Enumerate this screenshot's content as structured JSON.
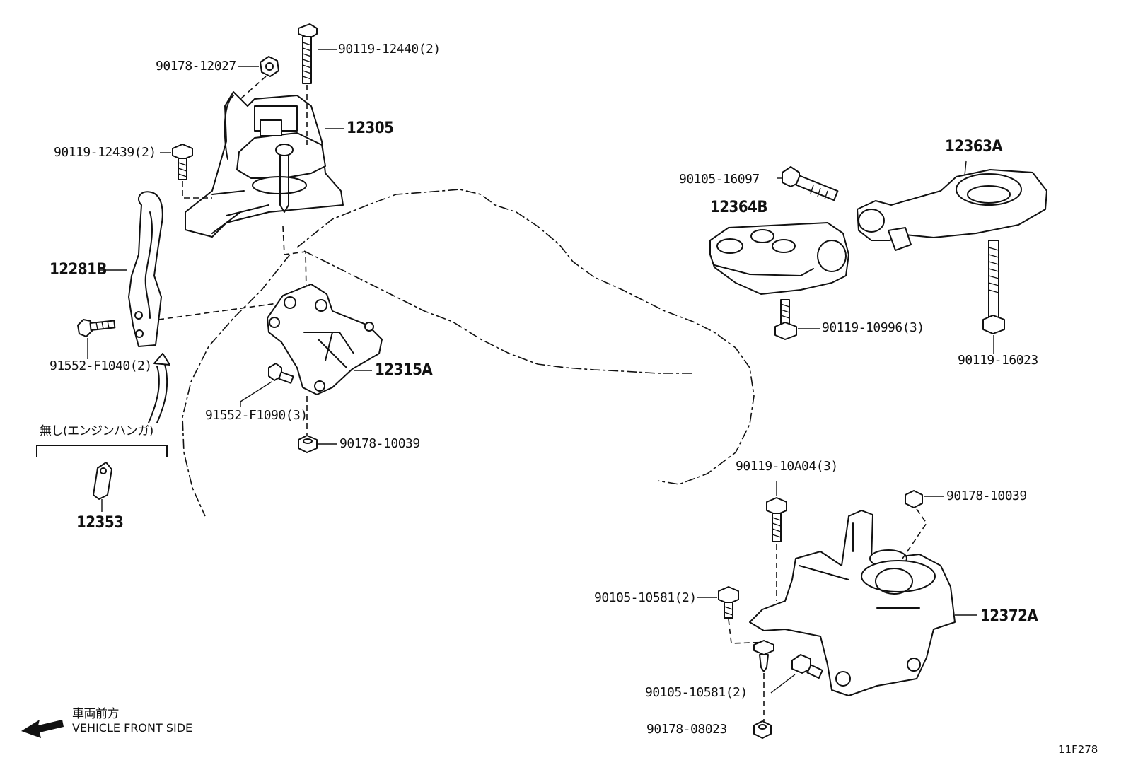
{
  "labels": {
    "p_12305": "12305",
    "p_90119_12440": "90119-12440(2)",
    "p_90178_12027": "90178-12027",
    "p_90119_12439": "90119-12439(2)",
    "p_12281B": "12281B",
    "p_91552_F1040": "91552-F1040(2)",
    "p_12315A": "12315A",
    "p_91552_F1090": "91552-F1090(3)",
    "p_90178_10039_a": "90178-10039",
    "p_12353": "12353",
    "p_90105_16097": "90105-16097",
    "p_12364B": "12364B",
    "p_12363A": "12363A",
    "p_90119_10996": "90119-10996(3)",
    "p_90119_16023": "90119-16023",
    "p_90119_10A04": "90119-10A04(3)",
    "p_90178_10039_b": "90178-10039",
    "p_90105_10581_a": "90105-10581(2)",
    "p_12372A": "12372A",
    "p_90105_10581_b": "90105-10581(2)",
    "p_90178_08023": "90178-08023"
  },
  "notes": {
    "without_engine_hanger": "無し(エンジンハンガ)",
    "front_jp": "車両前方",
    "front_en": "VEHICLE FRONT SIDE",
    "figure_id": "11F278"
  },
  "icons": {
    "front_arrow": "arrow-left-icon"
  }
}
